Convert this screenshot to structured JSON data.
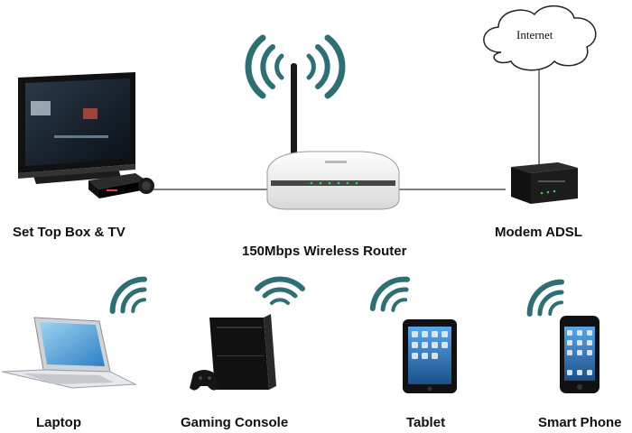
{
  "diagram": {
    "cloud": {
      "label": "Internet"
    },
    "devices": {
      "router": {
        "label": "150Mbps Wireless Router"
      },
      "tv": {
        "label": "Set Top Box & TV"
      },
      "modem": {
        "label": "Modem ADSL"
      },
      "laptop": {
        "label": "Laptop"
      },
      "console": {
        "label": "Gaming Console"
      },
      "tablet": {
        "label": "Tablet"
      },
      "phone": {
        "label": "Smart Phone"
      }
    },
    "colors": {
      "wifi": "#2f6f73",
      "line": "#333333"
    }
  }
}
